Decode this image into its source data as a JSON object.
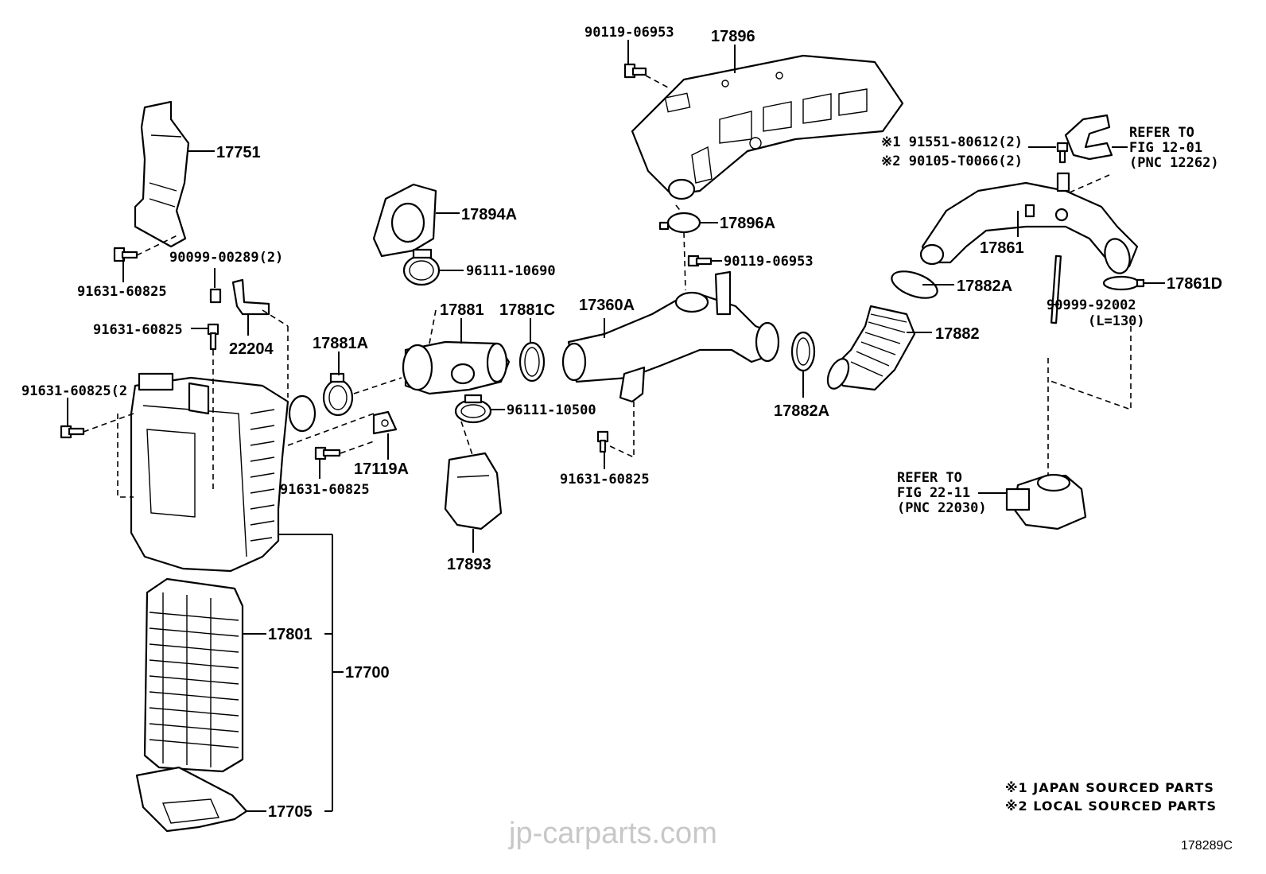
{
  "labels": {
    "p17896": "17896",
    "p90119_top": "90119-06953",
    "p17751": "17751",
    "p17894A": "17894A",
    "p96111_10690": "96111-10690",
    "p17896A": "17896A",
    "p90119_mid": "90119-06953",
    "p91631_a": "91631-60825",
    "p90099_00289": "90099-00289(2)",
    "p91631_b": "91631-60825",
    "p22204": "22204",
    "p17881A": "17881A",
    "p17881": "17881",
    "p17881C": "17881C",
    "p17360A": "17360A",
    "p17882A_top": "17882A",
    "p17882": "17882",
    "p17882A_bot": "17882A",
    "p17861": "17861",
    "p17861D": "17861D",
    "p90999": "90999-92002",
    "p90999_len": "(L=130)",
    "p91631_c": "91631-60825(2",
    "p96111_10500": "96111-10500",
    "p17119A": "17119A",
    "p91631_d": "91631-60825",
    "p91631_e": "91631-60825",
    "p17893": "17893",
    "p17801": "17801",
    "p17700": "17700",
    "p17705": "17705",
    "bolt_note1": "※1 91551-80612(2)",
    "bolt_note2": "※2 90105-T0066(2)"
  },
  "refs": {
    "ref1_line1": "REFER TO",
    "ref1_line2": "FIG 12-01",
    "ref1_line3": "(PNC 12262)",
    "ref2_line1": "REFER TO",
    "ref2_line2": "FIG 22-11",
    "ref2_line3": "(PNC 22030)"
  },
  "legend": {
    "note1": "※1 JAPAN SOURCED PARTS",
    "note2": "※2 LOCAL SOURCED PARTS"
  },
  "watermark": "jp-carparts.com",
  "figure_code": "178289C"
}
